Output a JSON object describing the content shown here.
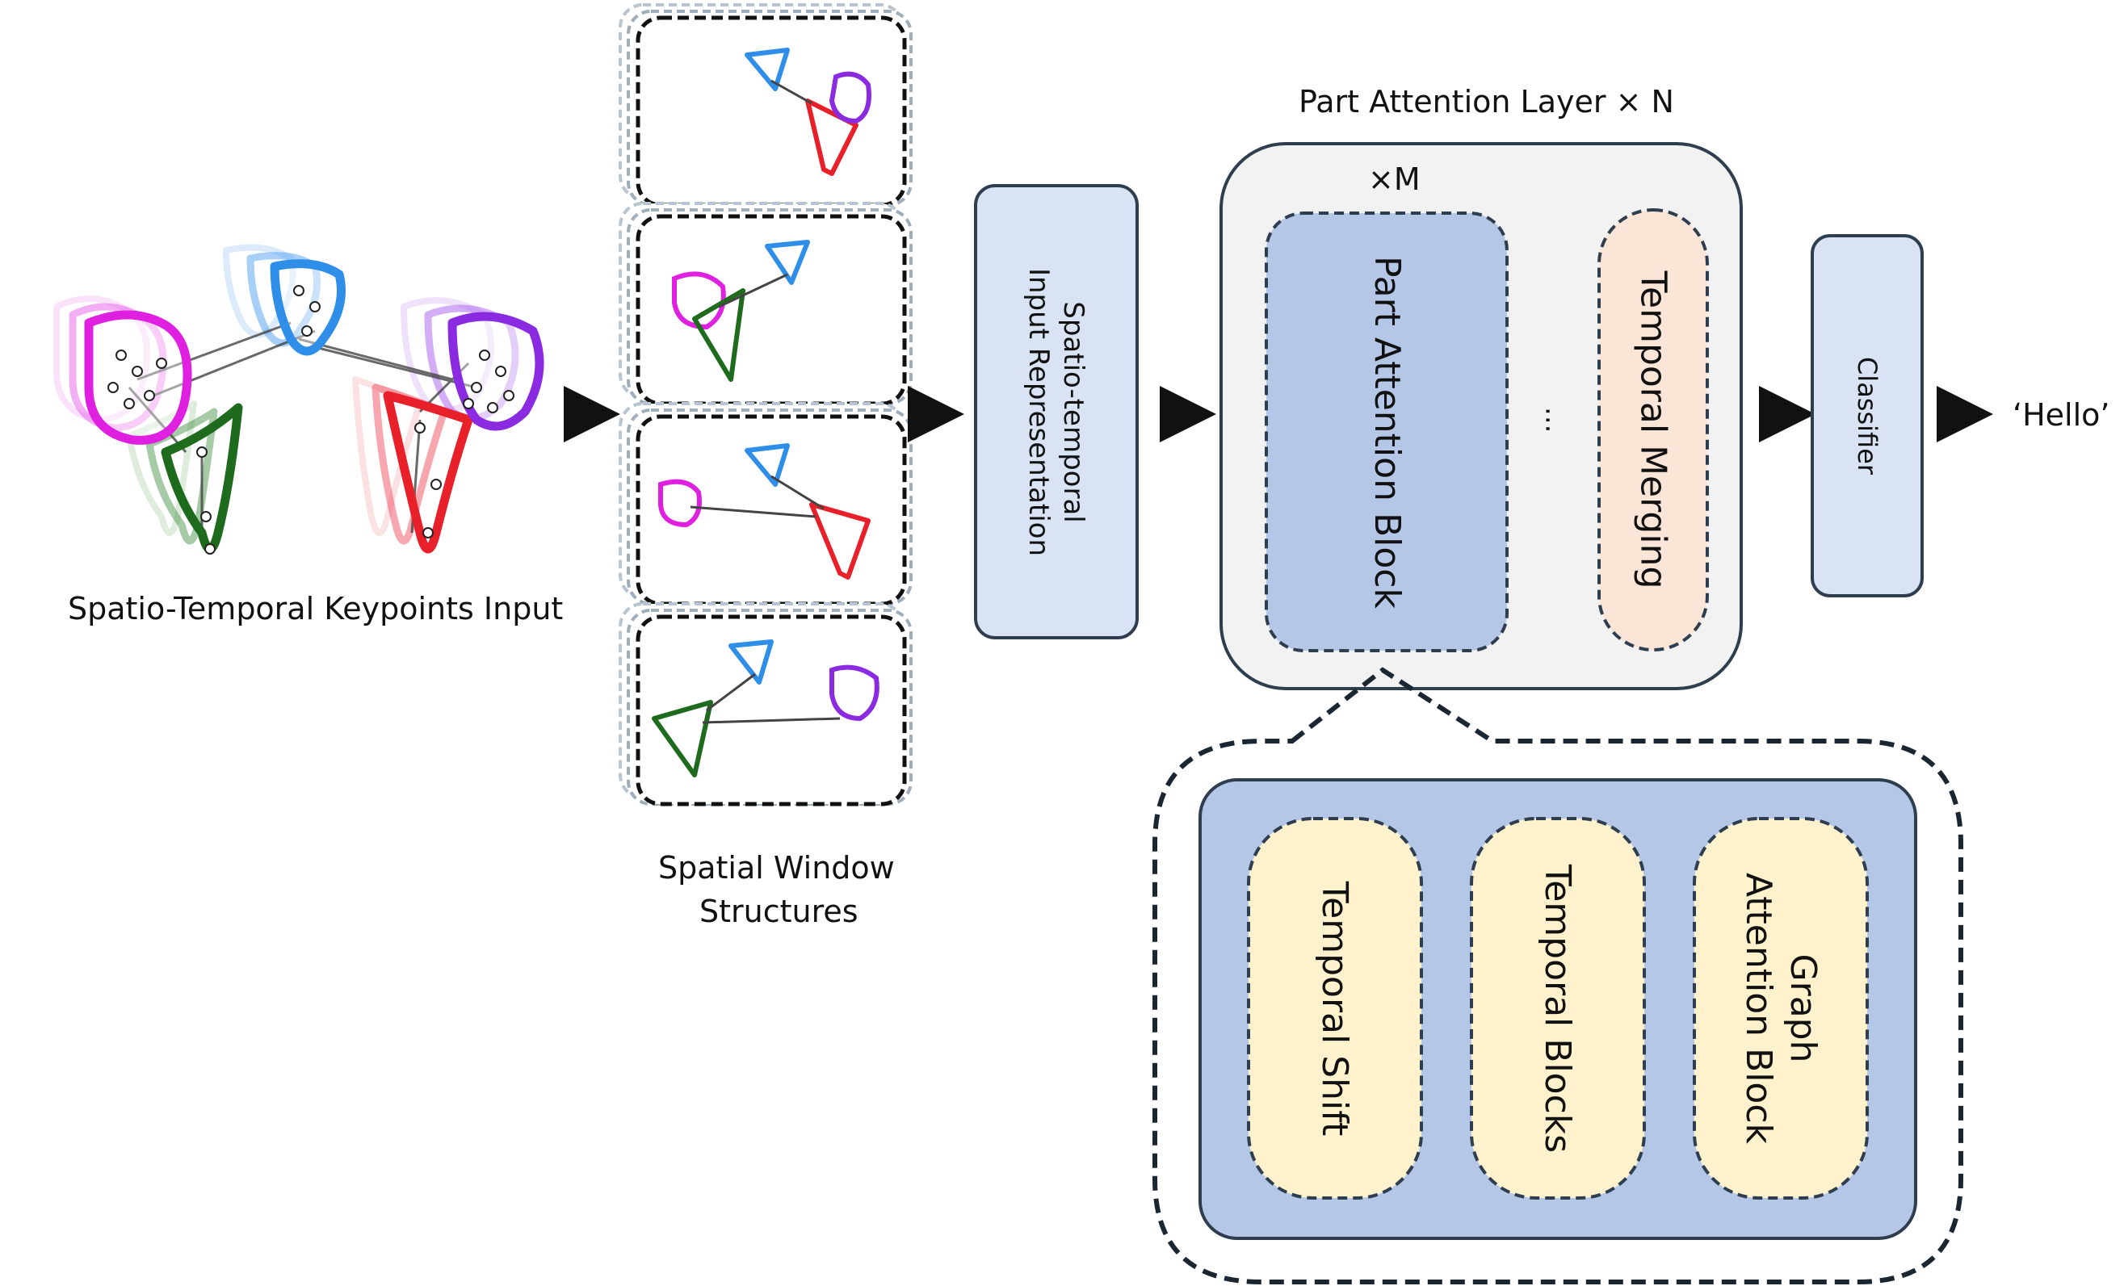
{
  "captions": {
    "keypoints_input": "Spatio-Temporal Keypoints Input",
    "spatial_window_line1": "Spatial Window",
    "spatial_window_line2": "Structures",
    "part_attention_layer": "Part Attention Layer × N",
    "repeat_m": "×M"
  },
  "blocks": {
    "input_rep_line1": "Spatio-temporal",
    "input_rep_line2": "Input Representation",
    "part_attention_block": "Part Attention Block",
    "ellipsis": "...",
    "temporal_merging": "Temporal Merging",
    "classifier": "Classifier",
    "output": "‘Hello’"
  },
  "detail": {
    "temporal_shift": "Temporal Shift",
    "temporal_blocks": "Temporal Blocks",
    "graph_attention_line1": "Graph",
    "graph_attention_line2": "Attention Block"
  },
  "colors": {
    "blue_block": "#b4c7e7",
    "light_blue_block": "#dae3f3",
    "grey_container": "#f2f2f2",
    "peach_block": "#fbe5d6",
    "yellow_block": "#fff2cc",
    "stroke": "#2f3e4f",
    "magenta": "#e020e0",
    "purple": "#8a2be2",
    "red": "#e8202a",
    "green": "#1e6b1e",
    "blue": "#2f8ee8"
  }
}
